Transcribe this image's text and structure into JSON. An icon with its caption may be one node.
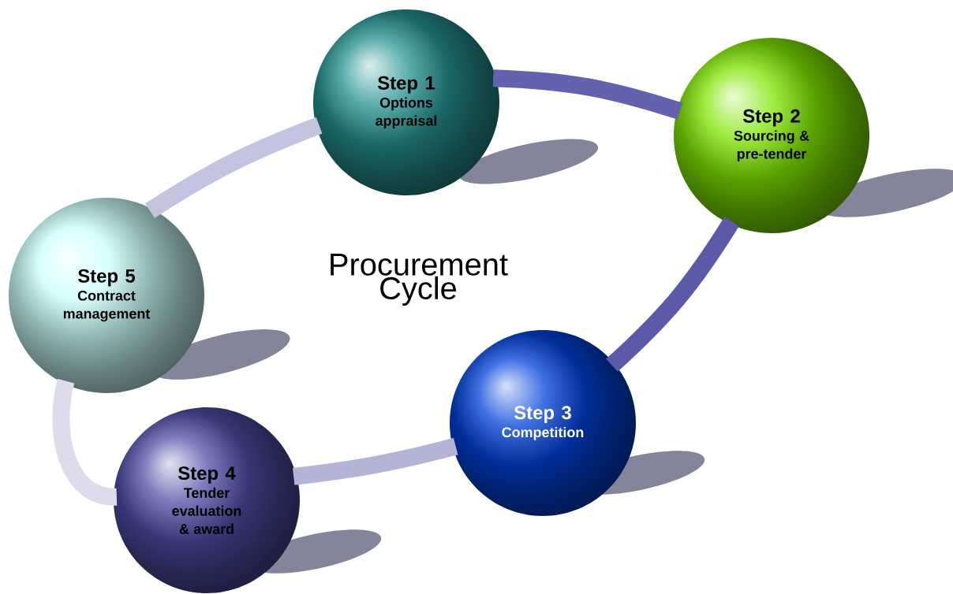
{
  "diagram": {
    "title": "Procurement Cycle",
    "nodes": [
      {
        "text": [
          "Step 1",
          "Options appraisal"
        ]
      },
      {
        "text": [
          "Step 2",
          "Sourcing & pre-tender"
        ]
      },
      {
        "text": [
          "Step 3",
          "Competition"
        ]
      },
      {
        "text": [
          "Step 4",
          "Tender evaluation & award"
        ]
      },
      {
        "text": [
          "Step 5",
          "Contract management"
        ]
      }
    ],
    "edges": [
      {
        "from": 0,
        "to": 1,
        "arrow": "none",
        "color": "#6262ae"
      },
      {
        "from": 1,
        "to": 2,
        "arrow": "none",
        "color": "#5a5aa8"
      },
      {
        "from": 2,
        "to": 3,
        "arrow": "none",
        "color": "#b4b4d6"
      },
      {
        "from": 3,
        "to": 4,
        "arrow": "none",
        "color": "#dcdcec"
      },
      {
        "from": 4,
        "to": 0,
        "arrow": "none",
        "color": "#c4c4e0"
      }
    ]
  }
}
